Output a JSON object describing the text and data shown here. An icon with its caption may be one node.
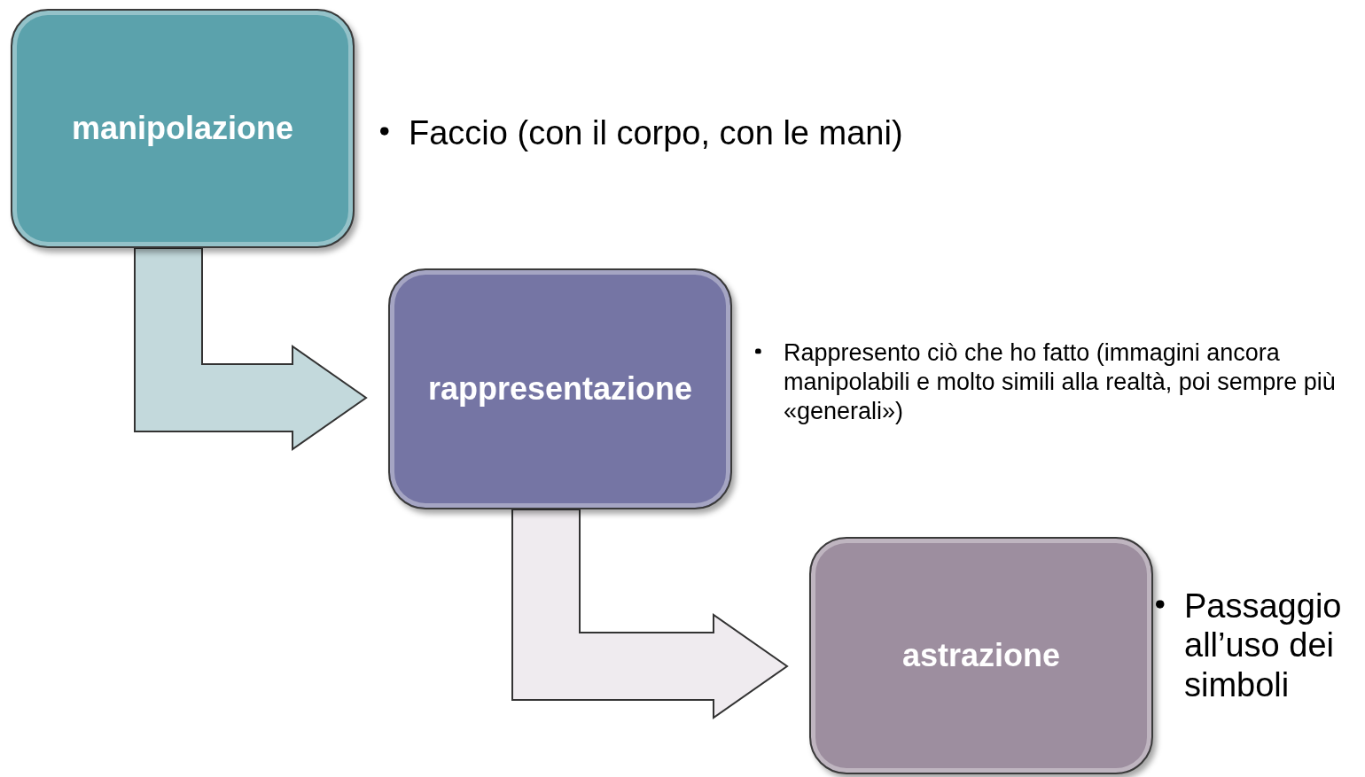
{
  "diagram": {
    "nodes": [
      {
        "text": [
          "manipolazione"
        ],
        "beside": [
          "Faccio (con il corpo, con le mani)"
        ]
      },
      {
        "text": [
          "rappresentazione"
        ],
        "beside": [
          "Rappresento ciò che ho fatto (immagini ancora manipolabili e molto simili alla realtà, poi sempre più «generali»)"
        ]
      },
      {
        "text": [
          "astrazione"
        ],
        "beside": [
          "Passaggio all’uso dei simboli"
        ]
      }
    ],
    "edges": [
      {
        "from": 0,
        "to": 1,
        "arrow": "to",
        "style": "thick",
        "color": "#c3d9dc"
      },
      {
        "from": 1,
        "to": 2,
        "arrow": "to",
        "style": "thick",
        "color": "#efebef"
      }
    ]
  }
}
